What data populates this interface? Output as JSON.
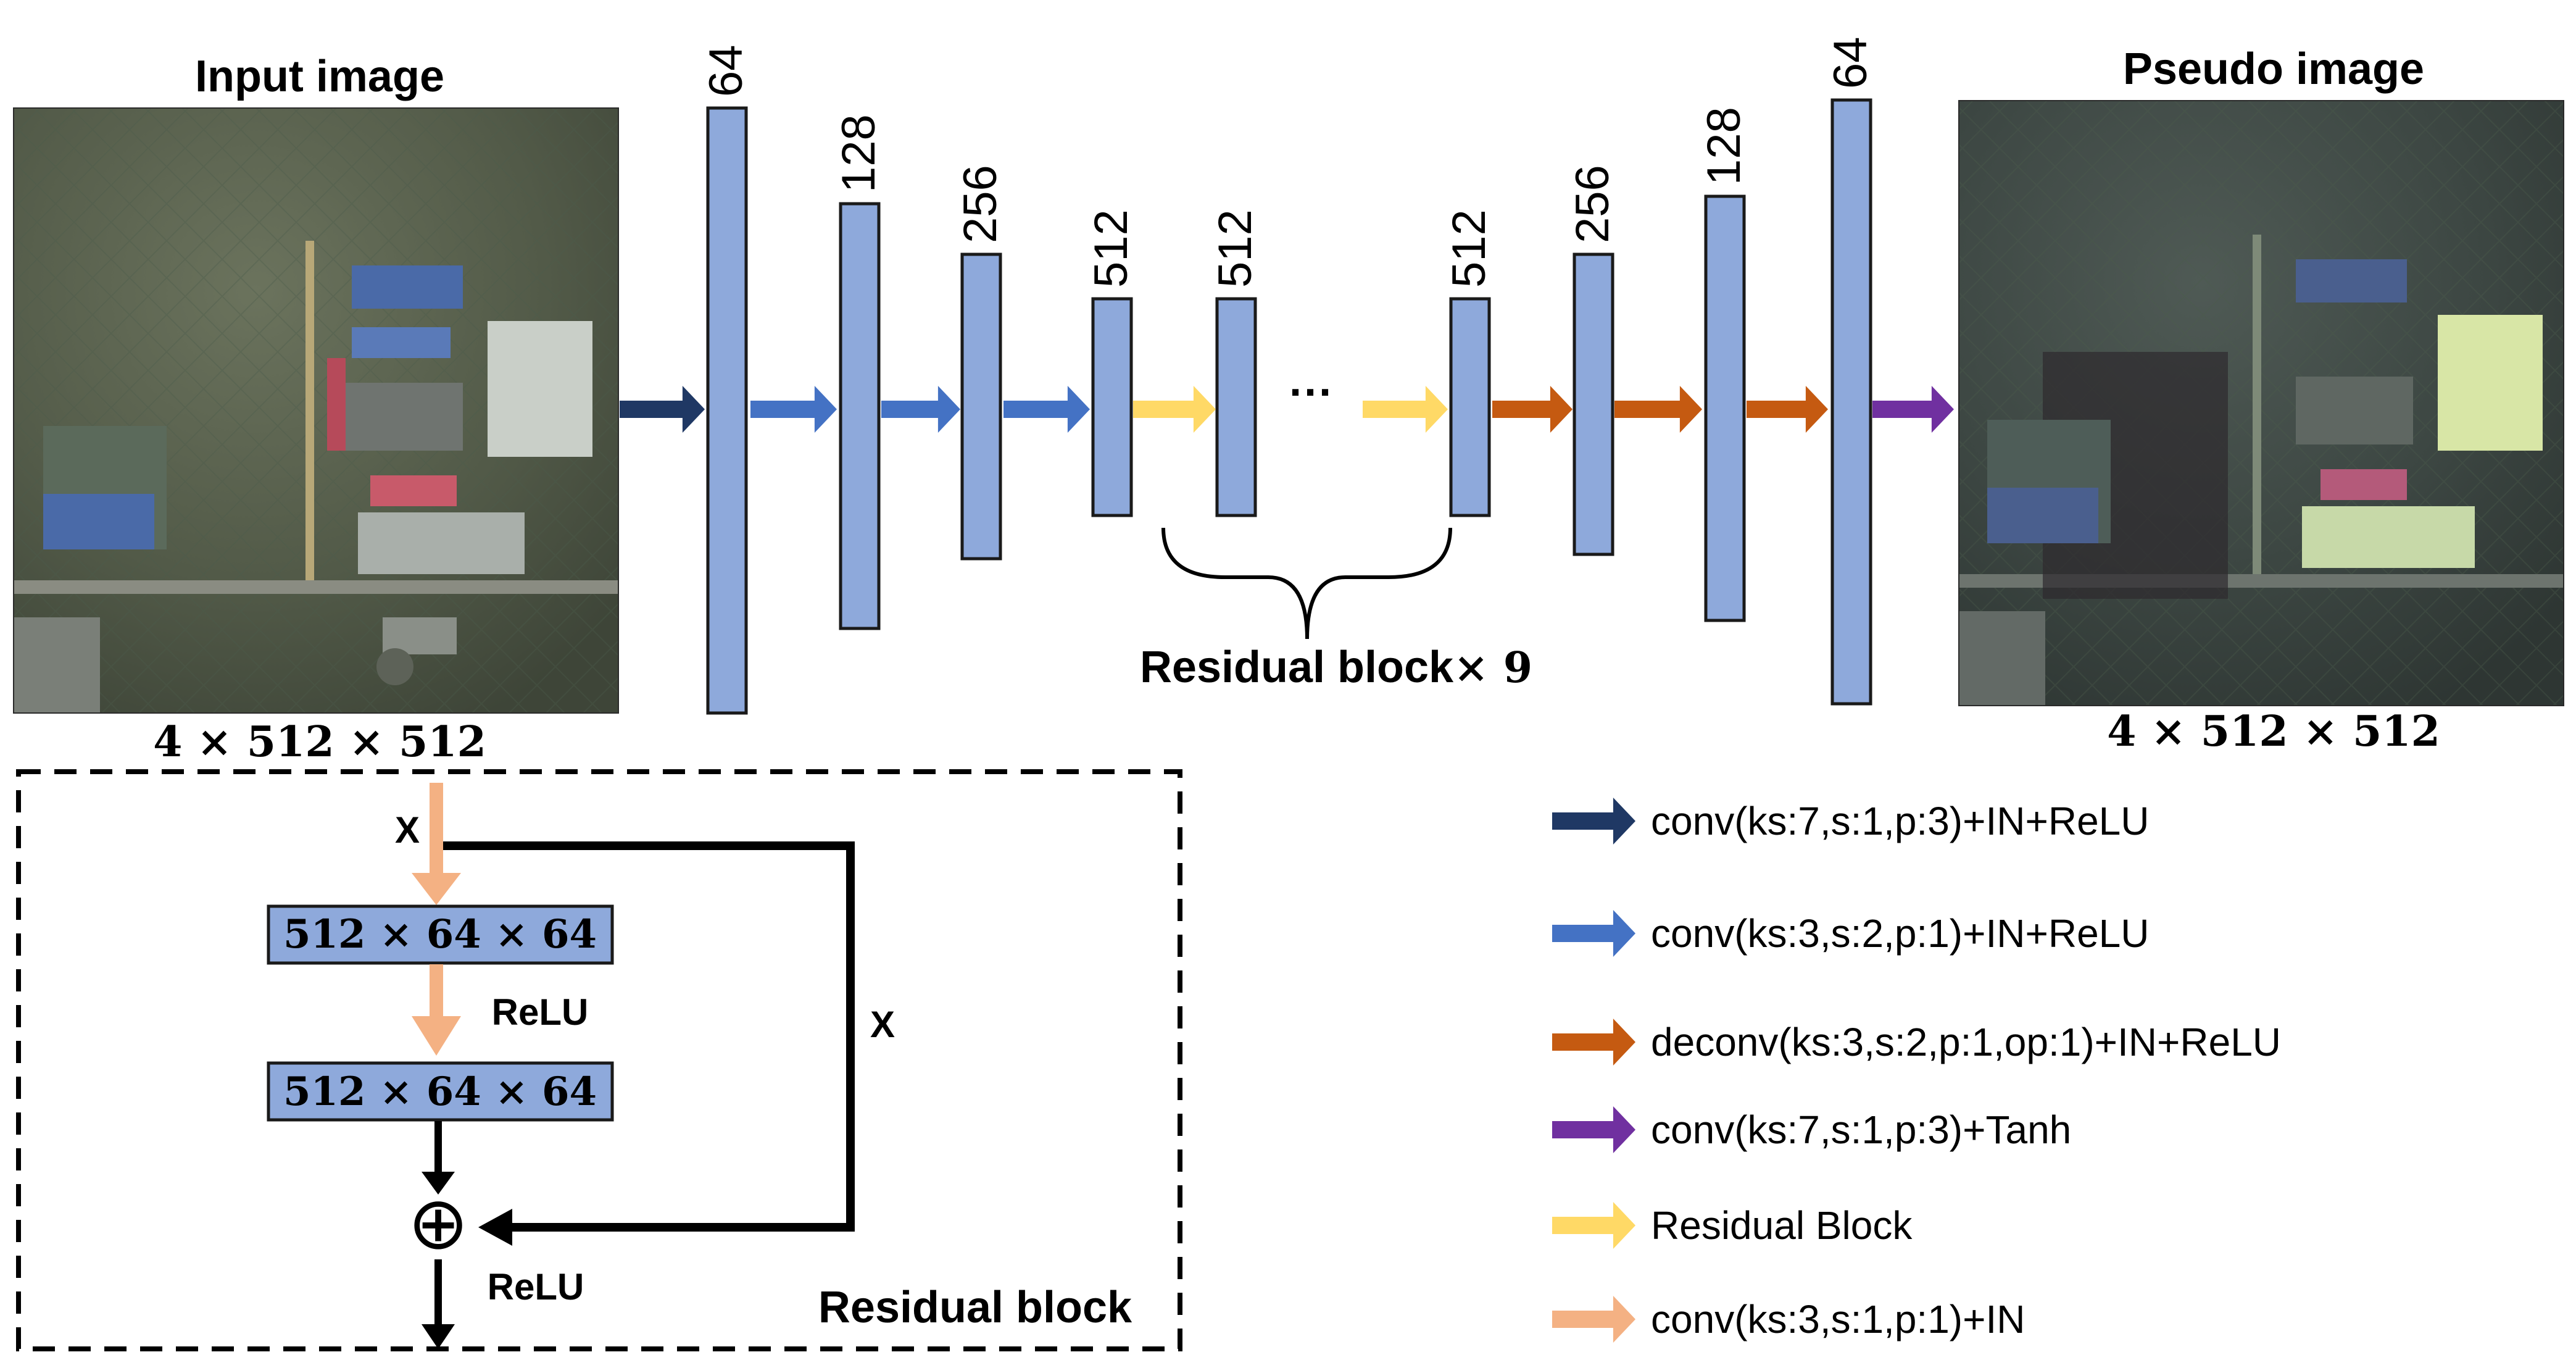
{
  "colors": {
    "block_fill": "#8EA9DB",
    "block_stroke": "#1a1a1a",
    "arrow_dark_blue": "#1F3864",
    "arrow_blue": "#4472C4",
    "arrow_yellow": "#FFD966",
    "arrow_orange": "#C55A11",
    "arrow_purple": "#7030A0",
    "arrow_peach": "#F4B183",
    "line_black": "#000000"
  },
  "input": {
    "title": "Input image",
    "shape": "4 × 512 × 512"
  },
  "output": {
    "title": "Pseudo image",
    "shape": "4 × 512 × 512"
  },
  "layers": [
    "64",
    "128",
    "256",
    "512",
    "512",
    "512",
    "256",
    "128",
    "64"
  ],
  "ellipsis": "···",
  "residual_group_label": "Residual block",
  "residual_group_mult": "× 9",
  "residual_detail": {
    "input_label": "X",
    "block1": "512 × 64 × 64",
    "relu1": "ReLU",
    "block2": "512 × 64 × 64",
    "skip_label": "X",
    "plus": "⊕",
    "relu2": "ReLU",
    "title": "Residual block"
  },
  "legend": [
    {
      "color_key": "arrow_dark_blue",
      "label": "conv(ks:7,s:1,p:3)+IN+ReLU"
    },
    {
      "color_key": "arrow_blue",
      "label": "conv(ks:3,s:2,p:1)+IN+ReLU"
    },
    {
      "color_key": "arrow_orange",
      "label": "deconv(ks:3,s:2,p:1,op:1)+IN+ReLU"
    },
    {
      "color_key": "arrow_purple",
      "label": "conv(ks:7,s:1,p:3)+Tanh"
    },
    {
      "color_key": "arrow_yellow",
      "label": "Residual Block"
    },
    {
      "color_key": "arrow_peach",
      "label": "conv(ks:3,s:1,p:1)+IN"
    }
  ]
}
